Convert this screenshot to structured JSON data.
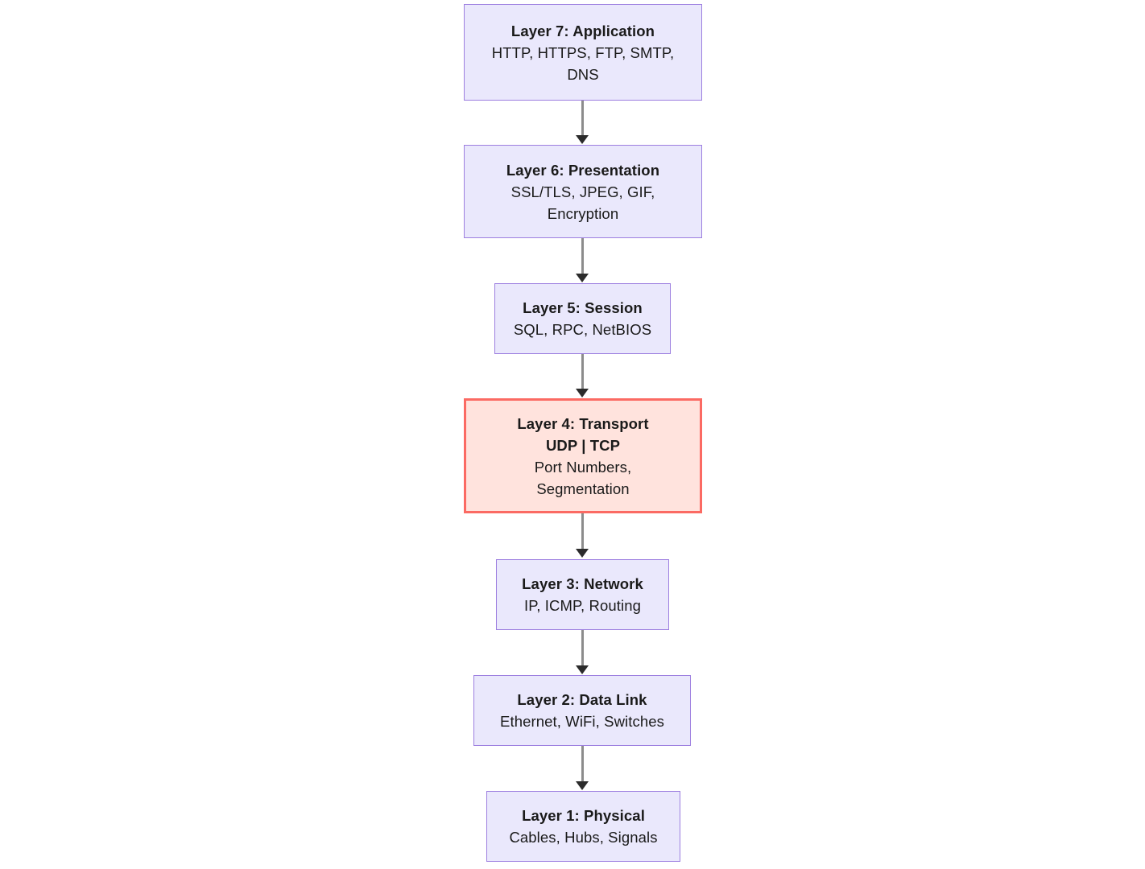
{
  "diagram": {
    "kind": "flowchart",
    "orientation": "top-to-bottom",
    "background_color": "#ffffff",
    "node_fill": "#eae8fc",
    "node_border": "#9d7fe0",
    "highlight_fill": "#ffe3dd",
    "highlight_border": "#fb6a63",
    "edge_color": "#8c8c8c",
    "arrowhead_color": "#2b2b2b",
    "text_color": "#1a1a1a"
  },
  "nodes": [
    {
      "id": "layer7",
      "title": "Layer 7: Application",
      "lines": [
        "HTTP, HTTPS, FTP, SMTP,",
        "DNS"
      ],
      "highlight": false
    },
    {
      "id": "layer6",
      "title": "Layer 6: Presentation",
      "lines": [
        "SSL/TLS, JPEG, GIF,",
        "Encryption"
      ],
      "highlight": false
    },
    {
      "id": "layer5",
      "title": "Layer 5: Session",
      "lines": [
        "SQL, RPC, NetBIOS"
      ],
      "highlight": false
    },
    {
      "id": "layer4",
      "title": "Layer 4: Transport",
      "bold_line": "UDP | TCP",
      "lines": [
        "Port Numbers,",
        "Segmentation"
      ],
      "highlight": true
    },
    {
      "id": "layer3",
      "title": "Layer 3: Network",
      "lines": [
        "IP, ICMP, Routing"
      ],
      "highlight": false
    },
    {
      "id": "layer2",
      "title": "Layer 2: Data Link",
      "lines": [
        "Ethernet, WiFi, Switches"
      ],
      "highlight": false
    },
    {
      "id": "layer1",
      "title": "Layer 1: Physical",
      "lines": [
        "Cables, Hubs, Signals"
      ],
      "highlight": false
    }
  ],
  "edges": [
    {
      "from": "layer7",
      "to": "layer6"
    },
    {
      "from": "layer6",
      "to": "layer5"
    },
    {
      "from": "layer5",
      "to": "layer4"
    },
    {
      "from": "layer4",
      "to": "layer3"
    },
    {
      "from": "layer3",
      "to": "layer2"
    },
    {
      "from": "layer2",
      "to": "layer1"
    }
  ]
}
